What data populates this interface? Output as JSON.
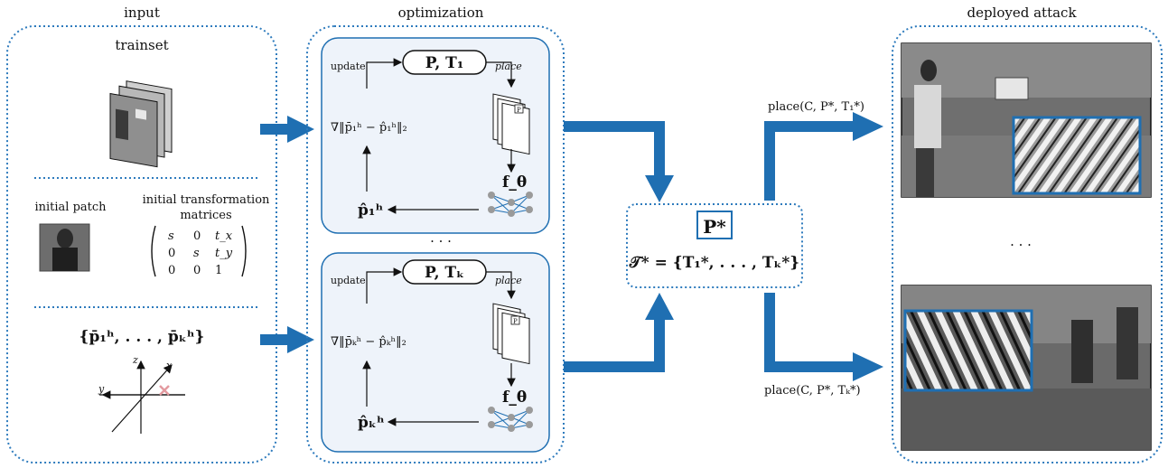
{
  "sections": {
    "input": "input",
    "optimization": "optimization",
    "deployed": "deployed attack"
  },
  "input": {
    "trainset": "trainset",
    "initial_patch": "initial patch",
    "initial_transform_line1": "initial transformation",
    "initial_transform_line2": "matrices",
    "matrix": [
      [
        "s",
        "0",
        "t_x"
      ],
      [
        "0",
        "s",
        "t_y"
      ],
      [
        "0",
        "0",
        "1"
      ]
    ],
    "targets_set": "{p̄₁ʰ, . . . , p̄ₖʰ}",
    "axis_z": "z",
    "axis_x": "x",
    "axis_y": "y"
  },
  "optimization": {
    "top": {
      "params": "P, T₁",
      "update": "update",
      "place": "place",
      "loss": "∇‖p̄₁ʰ − p̂₁ʰ‖₂",
      "model": "f_θ",
      "pred": "p̂₁ʰ"
    },
    "ellipsis": "· · ·",
    "bottom": {
      "params": "P, Tₖ",
      "update": "update",
      "place": "place",
      "loss": "∇‖p̄ₖʰ − p̂ₖʰ‖₂",
      "model": "f_θ",
      "pred": "p̂ₖʰ"
    },
    "patch_glyph": "P"
  },
  "result": {
    "patch": "P*",
    "set": "𝒯* = {T₁*, . . . , Tₖ*}"
  },
  "deployed": {
    "place_top": "place(C, P*, T₁*)",
    "place_bottom": "place(C, P*, Tₖ*)",
    "ellipsis": "· · ·"
  },
  "colors": {
    "blue": "#1f6fb2",
    "box_fill": "#eef3fa",
    "dotted": "#2e7bbd",
    "cross": "#e39aa0"
  }
}
